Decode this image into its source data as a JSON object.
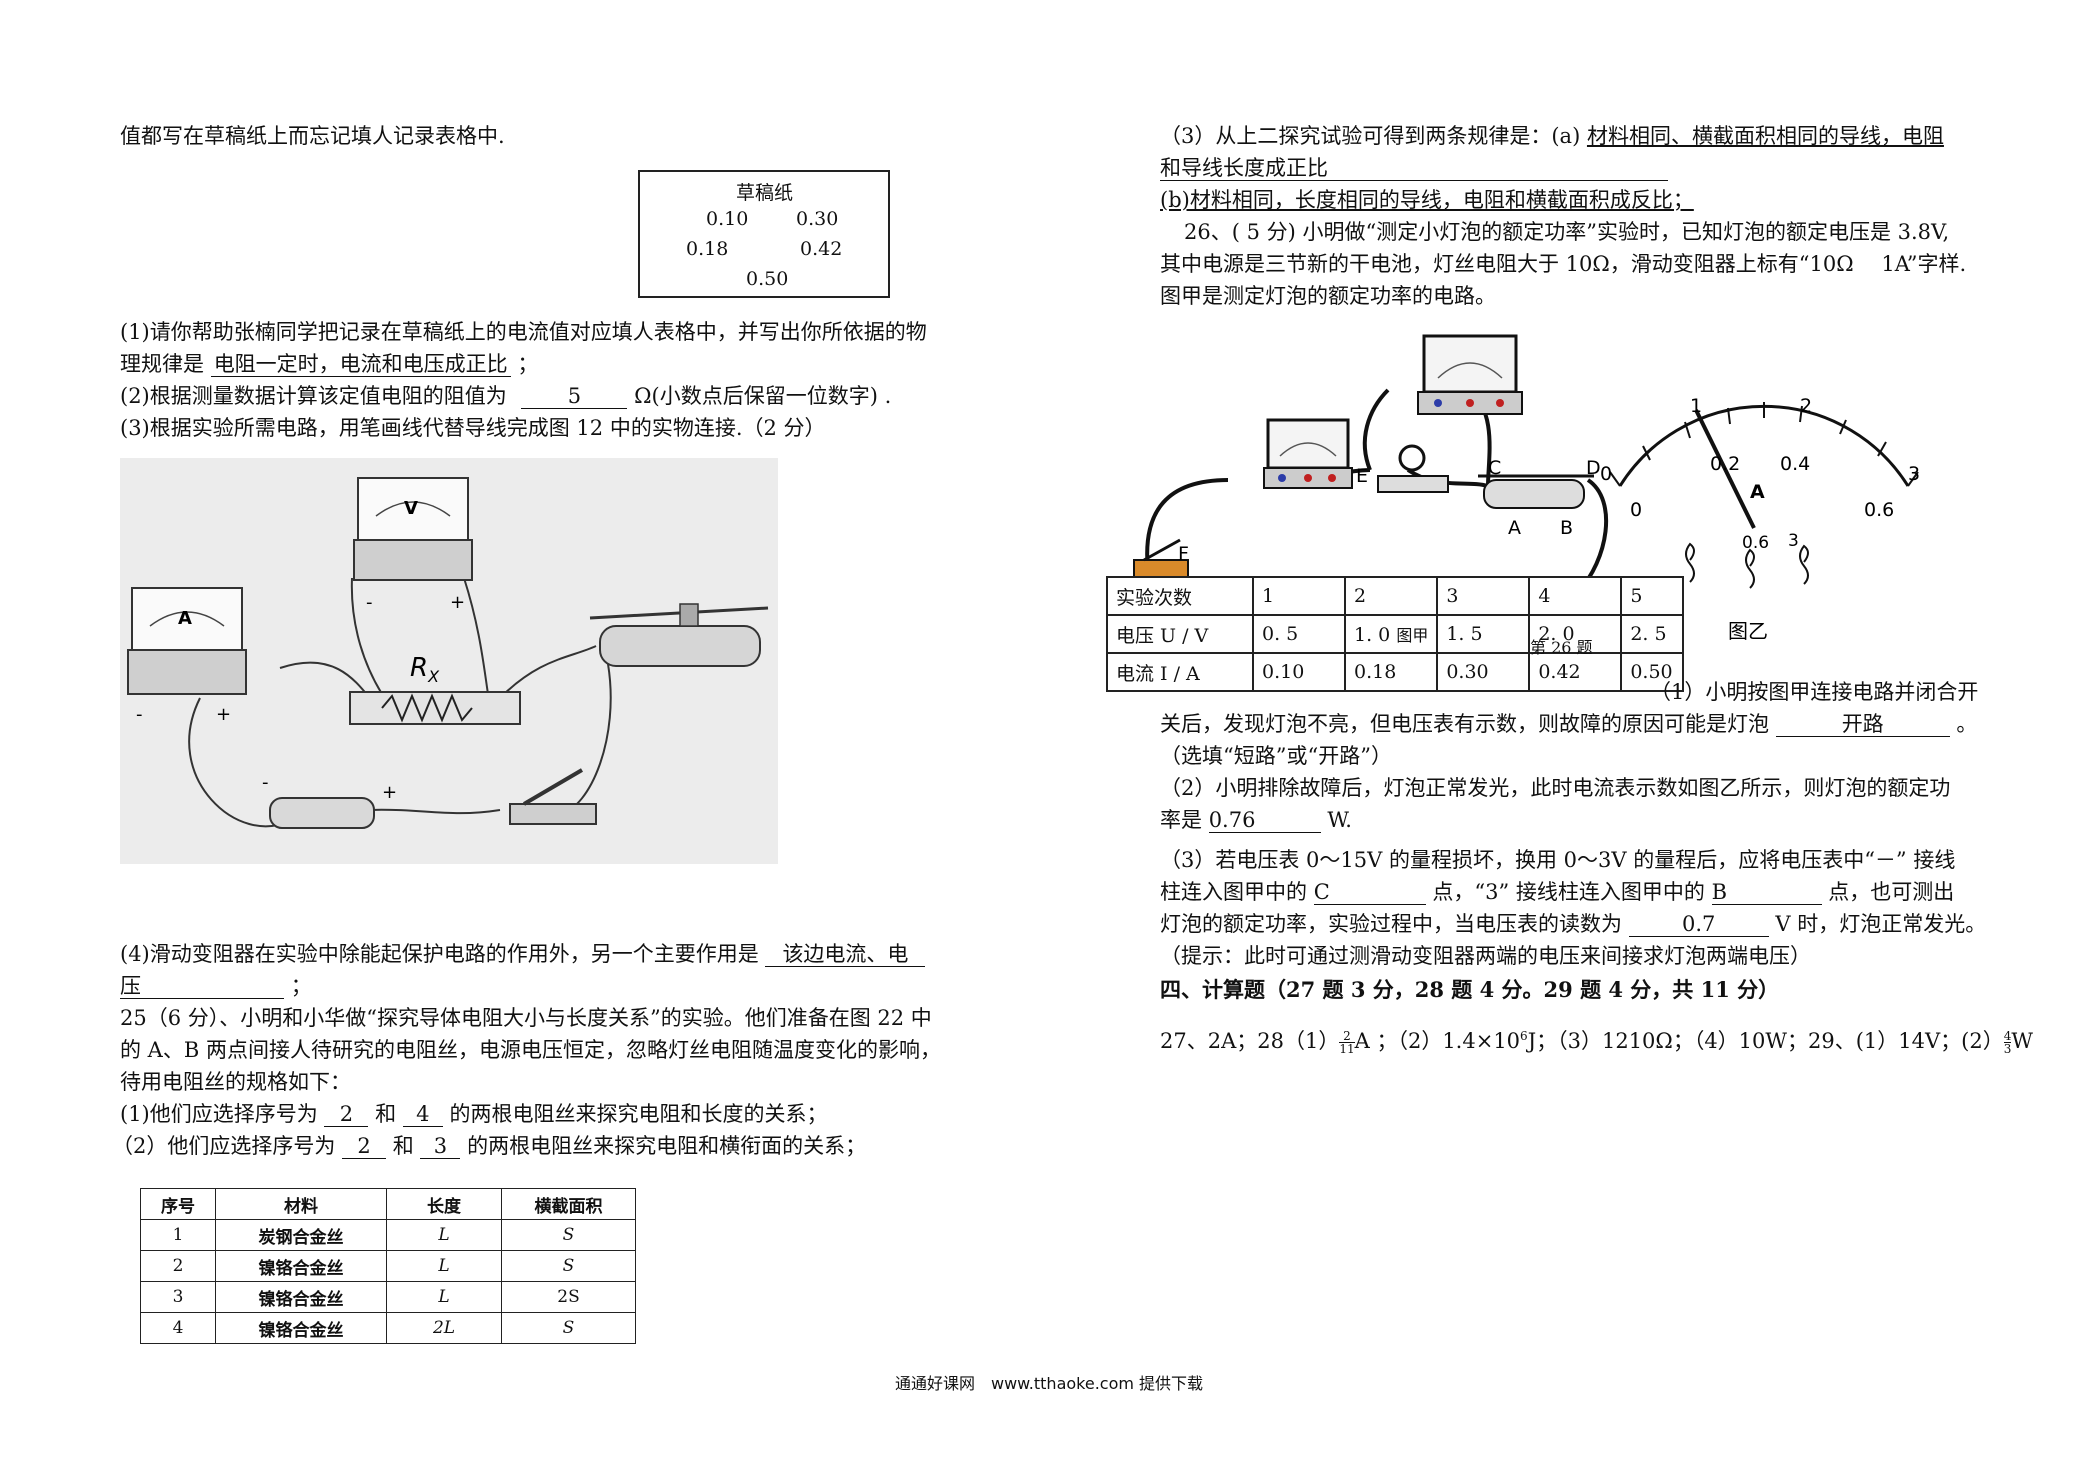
{
  "left": {
    "line_top": "值都写在草稿纸上而忘记填人记录表格中.",
    "draft": {
      "title": "草稿纸",
      "v1": "0.10",
      "v2": "0.30",
      "v3": "0.18",
      "v4": "0.42",
      "v5": "0.50"
    },
    "q1_a": "(1)请你帮助张楠同学把记录在草稿纸上的电流值对应填人表格中，并写出你所依据的物",
    "q1_b_pre": "理规律是",
    "q1_b_ans": "电阻一定时，电流和电压成正比",
    "q1_b_post": "；",
    "q2_pre": "(2)根据测量数据计算该定值电阻的阻值为",
    "q2_ans": "5",
    "q2_post": "Ω(小数点后保留一位数字) .",
    "q3": "(3)根据实验所需电路，用笔画线代替导线完成图 12 中的实物连接.（2 分）",
    "fig12": {
      "ammeter": "A",
      "voltmeter": "V",
      "resistor": "R",
      "resistor_sub": "X",
      "minus": "-",
      "plus": "+"
    },
    "q4_pre": "(4)滑动变阻器在实验中除能起保护电路的作用外，另一个主要作用是",
    "q4_ans1": "该边电流、电",
    "q4_ans2": "压",
    "q4_post": "；",
    "q25_1": "25（6 分）、小明和小华做“探究导体电阻大小与长度关系”的实验。他们准备在图 22 中",
    "q25_2": "的 A、B 两点间接人待研究的电阻丝，电源电压恒定，忽略灯丝电阻随温度变化的影响，",
    "q25_3": "待用电阻丝的规格如下：",
    "q25_s1_pre": "(1)他们应选择序号为",
    "q25_s1_a": "2",
    "q25_s1_mid": "和",
    "q25_s1_b": "4",
    "q25_s1_post": "的两根电阻丝来探究电阻和长度的关系；",
    "q25_s2_pre": "（2）他们应选择序号为",
    "q25_s2_a": "2",
    "q25_s2_mid": "和",
    "q25_s2_b": "3",
    "q25_s2_post": "的两根电阻丝来探究电阻和横衔面的关系；",
    "wire_table": {
      "headers": [
        "序号",
        "材料",
        "长度",
        "横截面积"
      ],
      "rows": [
        [
          "1",
          "炭钢合金丝",
          "L",
          "S"
        ],
        [
          "2",
          "镍铬合金丝",
          "L",
          "S"
        ],
        [
          "3",
          "镍铬合金丝",
          "L",
          "2S"
        ],
        [
          "4",
          "镍铬合金丝",
          "2L",
          "S"
        ]
      ]
    }
  },
  "right": {
    "r3_pre": "（3）从上二探究试验可得到两条规律是：(a)",
    "r3_a1": "材料相同、横截面积相同的导线，电阻",
    "r3_a2": "和导线长度成正比",
    "r3_b": "(b)材料相同，长度相同的导线，电阻和横截面积成反比；",
    "q26_1": "26、( 5 分) 小明做“测定小灯泡的额定功率”实验时，已知灯泡的额定电压是 3.8V,",
    "q26_2": "其中电源是三节新的干电池，灯丝电阻大于 10Ω，滑动变阻器上标有“10Ω　 1A”字样.",
    "q26_3": "图甲是测定灯泡的额定功率的电路。",
    "fig_labels": {
      "E": "E",
      "C": "C",
      "D": "D",
      "A": "A",
      "B": "B",
      "F": "F",
      "fig_jia": "图甲",
      "fig_yi": "图乙",
      "fig_num": "第 26 题"
    },
    "gauge": {
      "s1": "1",
      "s2": "2",
      "s3": "3",
      "s0": "0",
      "s02": "0.2",
      "s04": "0.4",
      "s06": "0.6",
      "z0": "0",
      "needle": "A",
      "t06": "0.6",
      "t3": "3"
    },
    "measure_table": {
      "row_heads": [
        "实验次数",
        "电压 U / V",
        "电流 I / A"
      ],
      "row1": [
        "1",
        "2",
        "3",
        "4",
        "5"
      ],
      "row2": [
        "0. 5",
        "1. 0",
        "1. 5",
        "2. 0",
        "2. 5"
      ],
      "row3": [
        "0.10",
        "0.18",
        "0.30",
        "0.42",
        "0.50"
      ]
    },
    "s1_a": "（1）小明按图甲连接电路并闭合开",
    "s1_b_pre": "关后，发现灯泡不亮，但电压表有示数，则故障的原因可能是灯泡",
    "s1_b_ans": "开路",
    "s1_b_post": "。",
    "s1_c": "（选填“短路”或“开路”）",
    "s2_a": "（2）小明排除故障后，灯泡正常发光，此时电流表示数如图乙所示，则灯泡的额定功",
    "s2_b_pre": "率是",
    "s2_b_ans": "0.76",
    "s2_b_post": "W.",
    "s3_a": "（3）若电压表 0～15V 的量程损坏，换用 0～3V 的量程后，应将电压表中“－” 接线",
    "s3_b_pre": "柱连入图甲中的",
    "s3_b_ans1": "C",
    "s3_b_mid": "点，“3” 接线柱连入图甲中的",
    "s3_b_ans2": "B",
    "s3_b_post": "点，也可测出",
    "s3_c_pre": "灯泡的额定功率，实验过程中，当电压表的读数为",
    "s3_c_ans": "0.7",
    "s3_c_post": "V 时，灯泡正常发光。",
    "s3_d": "（提示：此时可通过测滑动变阻器两端的电压来间接求灯泡两端电压）",
    "sec4": "四、计算题（27 题 3 分，28 题 4 分。29 题 4 分，共 11 分）",
    "ans_1": "27、2A；28（1）",
    "ans_frac1_n": "2",
    "ans_frac1_d": "11",
    "ans_2": "A ；（2）1.4×10",
    "ans_sup": "6",
    "ans_3": "J；（3）1210Ω；（4）10W；29、(1）14V；(2）",
    "ans_frac2_n": "4",
    "ans_frac2_d": "3",
    "ans_4": "W"
  },
  "footer": "通通好课网　www.tthaoke.com 提供下载"
}
